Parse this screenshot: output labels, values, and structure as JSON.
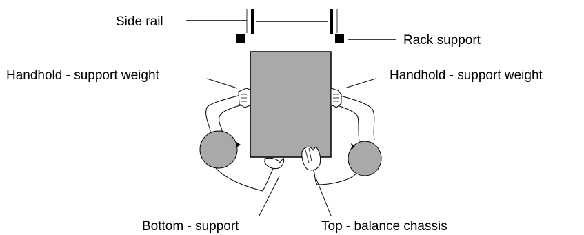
{
  "labels": {
    "side_rail": "Side rail",
    "rack_support": "Rack support",
    "handhold_left": "Handhold - support weight",
    "handhold_right": "Handhold - support weight",
    "bottom_support": "Bottom - support",
    "top_balance": "Top - balance chassis"
  },
  "colors": {
    "chassis_fill": "#a9a9a9",
    "head_fill": "#a9a9a9",
    "line": "#000000",
    "rail_gray": "#999999"
  }
}
